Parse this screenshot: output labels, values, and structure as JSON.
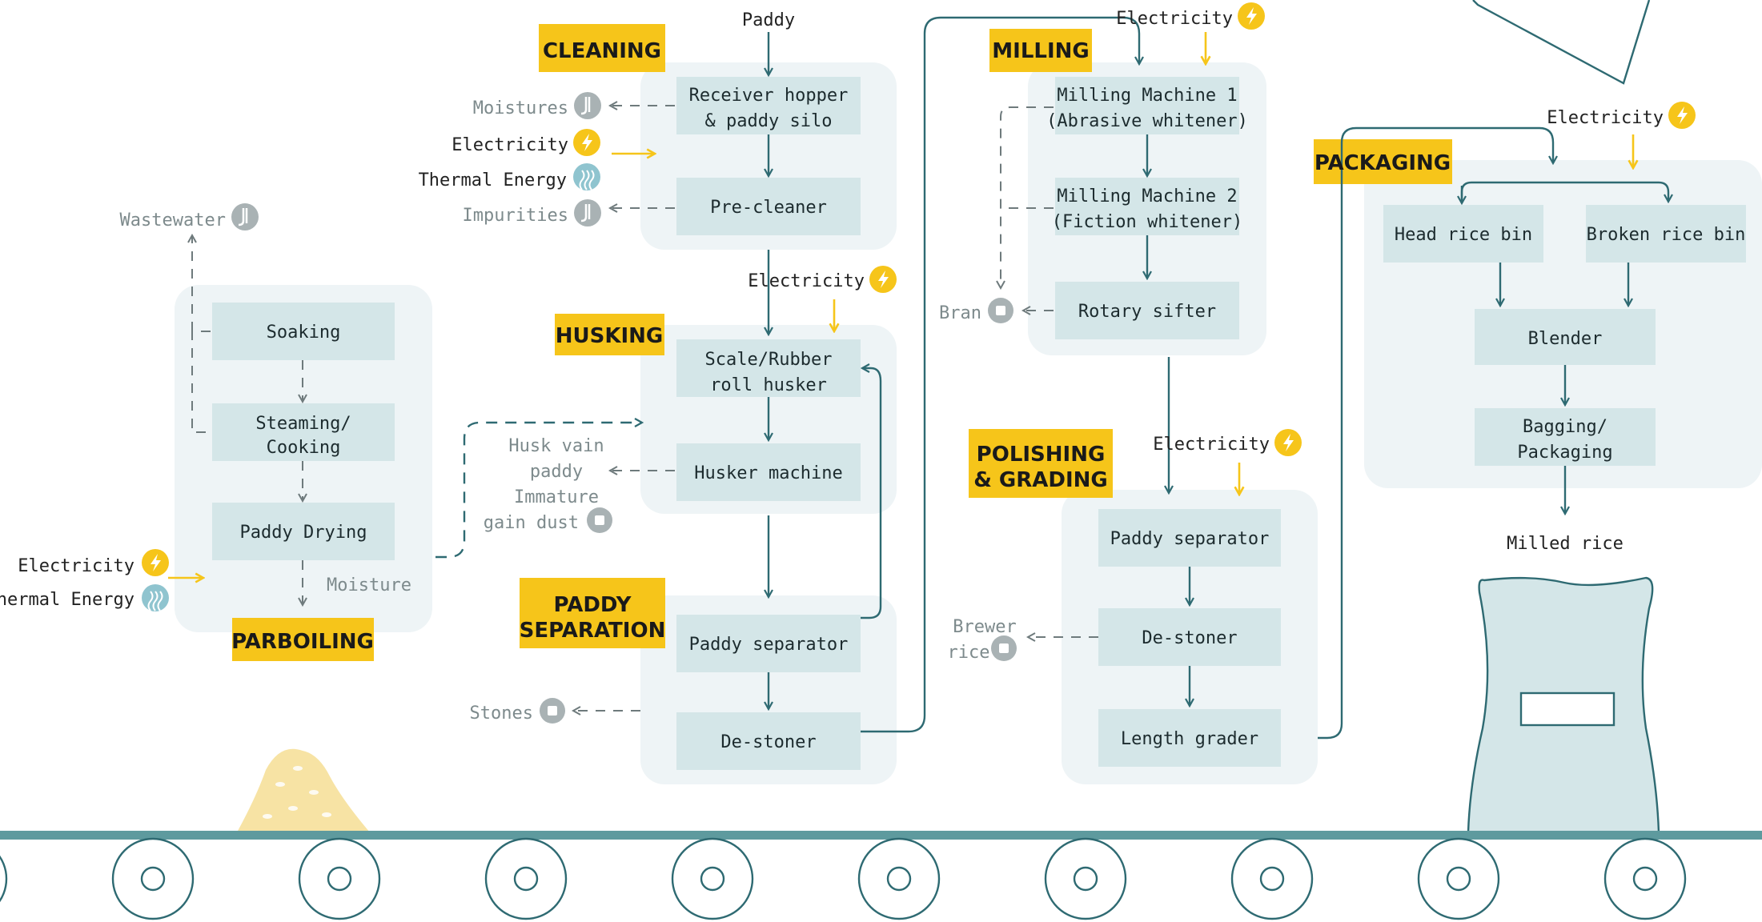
{
  "colors": {
    "panel": "#eef4f6",
    "box": "#d4e6e8",
    "teal": "#2e6a72",
    "yellow": "#f6c51a",
    "grey": "#7d8a8c",
    "conveyor": "#5e9a9e"
  },
  "stages": {
    "cleaning": "CLEANING",
    "milling": "MILLING",
    "packaging": "PACKAGING",
    "husking": "HUSKING",
    "polishing_line1": "POLISHING",
    "polishing_line2": "& GRADING",
    "paddy_separation_line1": "PADDY",
    "paddy_separation_line2": "SEPARATION",
    "parboiling": "PARBOILING"
  },
  "steps": {
    "receiver_hopper_line1": "Receiver hopper",
    "receiver_hopper_line2": "& paddy silo",
    "pre_cleaner": "Pre-cleaner",
    "husker_line1": "Scale/Rubber",
    "husker_line2": "roll husker",
    "husker_machine": "Husker machine",
    "paddy_separator_1": "Paddy separator",
    "destoner_1": "De-stoner",
    "milling1_line1": "Milling Machine 1",
    "milling1_line2": "(Abrasive whitener)",
    "milling2_line1": "Milling Machine 2",
    "milling2_line2": "(Fiction whitener)",
    "rotary_sifter": "Rotary sifter",
    "paddy_separator_2": "Paddy separator",
    "destoner_2": "De-stoner",
    "length_grader": "Length grader",
    "head_rice_bin": "Head rice bin",
    "broken_rice_bin": "Broken rice bin",
    "blender": "Blender",
    "bagging_line1": "Bagging/",
    "bagging_line2": "Packaging",
    "soaking": "Soaking",
    "steaming_line1": "Steaming/",
    "steaming_line2": "Cooking",
    "paddy_drying": "Paddy Drying"
  },
  "labels": {
    "paddy": "Paddy",
    "electricity": "Electricity",
    "thermal_energy": "Thermal Energy",
    "moistures": "Moistures",
    "impurities": "Impurities",
    "wastewater": "Wastewater",
    "moisture": "Moisture",
    "husk_line1": "Husk vain",
    "husk_line2": "paddy",
    "husk_line3": "Immature",
    "husk_line4": "gain dust",
    "stones": "Stones",
    "bran": "Bran",
    "brewer_line1": "Brewer",
    "brewer_line2": "rice",
    "milled_rice": "Milled rice"
  }
}
